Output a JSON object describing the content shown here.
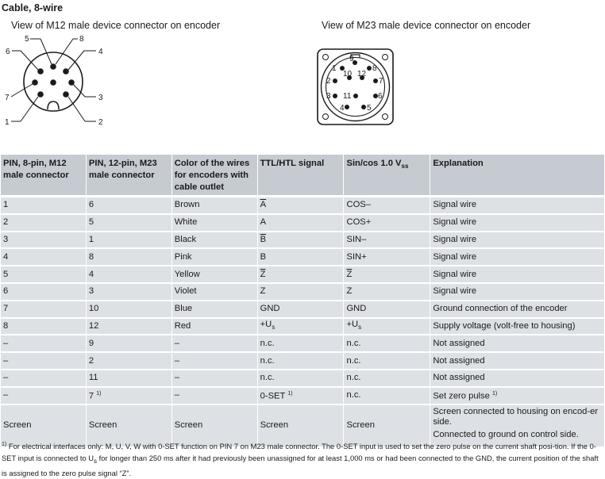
{
  "section_title": "Cable, 8-wire",
  "captions": {
    "m12": "View of M12 male device connector on encoder",
    "m23": "View of M23 male device connector on encoder"
  },
  "m12_pins": {
    "p1": "1",
    "p2": "2",
    "p3": "3",
    "p4": "4",
    "p5": "5",
    "p6": "6",
    "p7": "7",
    "p8": "8"
  },
  "m23_pins": {
    "p1": "1",
    "p2": "2",
    "p3": "3",
    "p4": "4",
    "p5": "5",
    "p6": "6",
    "p7": "7",
    "p8": "8",
    "p9": "9",
    "p10": "10",
    "p11": "11",
    "p12": "12"
  },
  "table": {
    "headers": {
      "m12": "PIN, 8-pin, M12 male connector",
      "m23": "PIN, 12-pin, M23 male connector",
      "color": "Color of the wires for encoders with cable outlet",
      "ttl": "TTL/HTL signal",
      "sincos": "Sin/cos 1.0 V",
      "sincos_sub": "ss",
      "explanation": "Explanation"
    },
    "rows": [
      {
        "m12": "1",
        "m23": "6",
        "color": "Brown",
        "ttl": "A",
        "sincos": "COS–",
        "explanation": "Signal wire"
      },
      {
        "m12": "2",
        "m23": "5",
        "color": "White",
        "ttl": "A",
        "sincos": "COS+",
        "explanation": "Signal wire"
      },
      {
        "m12": "3",
        "m23": "1",
        "color": "Black",
        "ttl": "B",
        "sincos": "SIN–",
        "explanation": "Signal wire"
      },
      {
        "m12": "4",
        "m23": "8",
        "color": "Pink",
        "ttl": "B",
        "sincos": "SIN+",
        "explanation": "Signal wire"
      },
      {
        "m12": "5",
        "m23": "4",
        "color": "Yellow",
        "ttl": "Z",
        "sincos": "Z",
        "explanation": "Signal wire"
      },
      {
        "m12": "6",
        "m23": "3",
        "color": "Violet",
        "ttl": "Z",
        "sincos": "Z",
        "explanation": "Signal wire"
      },
      {
        "m12": "7",
        "m23": "10",
        "color": "Blue",
        "ttl": "GND",
        "sincos": "GND",
        "explanation": "Ground connection of the encoder"
      },
      {
        "m12": "8",
        "m23": "12",
        "color": "Red",
        "ttl": "+U",
        "ttl_sub": "s",
        "sincos": "+U",
        "sincos_sub": "s",
        "explanation": "Supply voltage (volt-free to housing)"
      },
      {
        "m12": "–",
        "m23": "9",
        "color": "–",
        "ttl": "n.c.",
        "sincos": "n.c.",
        "explanation": "Not assigned"
      },
      {
        "m12": "–",
        "m23": "2",
        "color": "–",
        "ttl": "n.c.",
        "sincos": "n.c.",
        "explanation": "Not assigned"
      },
      {
        "m12": "–",
        "m23": "11",
        "color": "–",
        "ttl": "n.c.",
        "sincos": "n.c.",
        "explanation": "Not assigned"
      },
      {
        "m12": "–",
        "m23": "7",
        "m23_sup": "1)",
        "color": "–",
        "ttl": "0-SET",
        "ttl_sup": "1)",
        "sincos": "n.c.",
        "explanation": "Set zero pulse",
        "explanation_sup": "1)"
      }
    ],
    "screen_row": {
      "m12": "Screen",
      "m23": "Screen",
      "color": "Screen",
      "ttl": "Screen",
      "sincos": "Screen",
      "explanation_1": "Screen connected to housing on encod-er side.",
      "explanation_2": "Connected to ground on control side."
    }
  },
  "footnote": {
    "marker": "1)",
    "text_a": " For electrical interfaces only: M, U, V, W with 0-SET function on PIN 7 on M23 male connector. The 0-SET input is used to set the zero pulse on the current shaft posi-tion. If the 0-SET input is connected to U",
    "sub": "s",
    "text_b": " for longer than 250 ms after it had previously been unassigned for at least 1,000 ms or had been connected to the GND, the current position of the shaft is assigned to the zero pulse signal “Z”."
  }
}
